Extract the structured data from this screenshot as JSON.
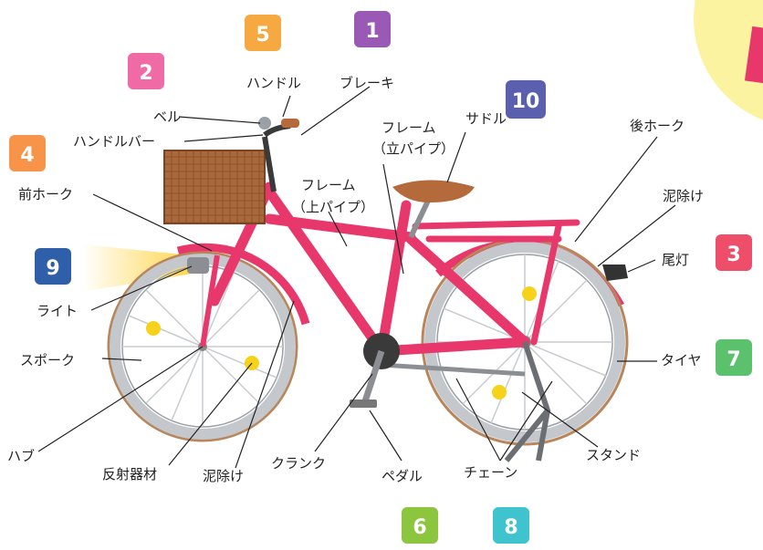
{
  "labels": {
    "handle": "ハンドル",
    "brake": "ブレーキ",
    "bell": "ベル",
    "handlebar": "ハンドルバー",
    "saddle": "サドル",
    "frame_vertical_1": "フレーム",
    "frame_vertical_2": "（立パイプ）",
    "rear_fork": "後ホーク",
    "front_fork": "前ホーク",
    "frame_top_1": "フレーム",
    "frame_top_2": "（上パイプ）",
    "mudguard_rear": "泥除け",
    "taillight": "尾灯",
    "light": "ライト",
    "spoke": "スポーク",
    "tire": "タイヤ",
    "hub": "ハブ",
    "reflector": "反射器材",
    "mudguard_front": "泥除け",
    "crank": "クランク",
    "pedal": "ペダル",
    "chain": "チェーン",
    "stand": "スタンド"
  },
  "badges": [
    {
      "id": "1",
      "color": "#9b59b6"
    },
    {
      "id": "2",
      "color": "#f06aa5"
    },
    {
      "id": "3",
      "color": "#ef4e6a"
    },
    {
      "id": "4",
      "color": "#f7944a"
    },
    {
      "id": "5",
      "color": "#f7a941"
    },
    {
      "id": "6",
      "color": "#8cc63f"
    },
    {
      "id": "7",
      "color": "#5cc16d"
    },
    {
      "id": "8",
      "color": "#3ec3cf"
    },
    {
      "id": "9",
      "color": "#2f5fa8"
    },
    {
      "id": "10",
      "color": "#5a5fae"
    }
  ],
  "colors": {
    "frame": "#e8386b",
    "tire": "#bfc3c7",
    "rim_brown": "#b8865a",
    "saddle": "#b46a3a",
    "basket": "#a9693c",
    "reflector": "#f6d21a",
    "light_beam": "#ffd54a"
  }
}
